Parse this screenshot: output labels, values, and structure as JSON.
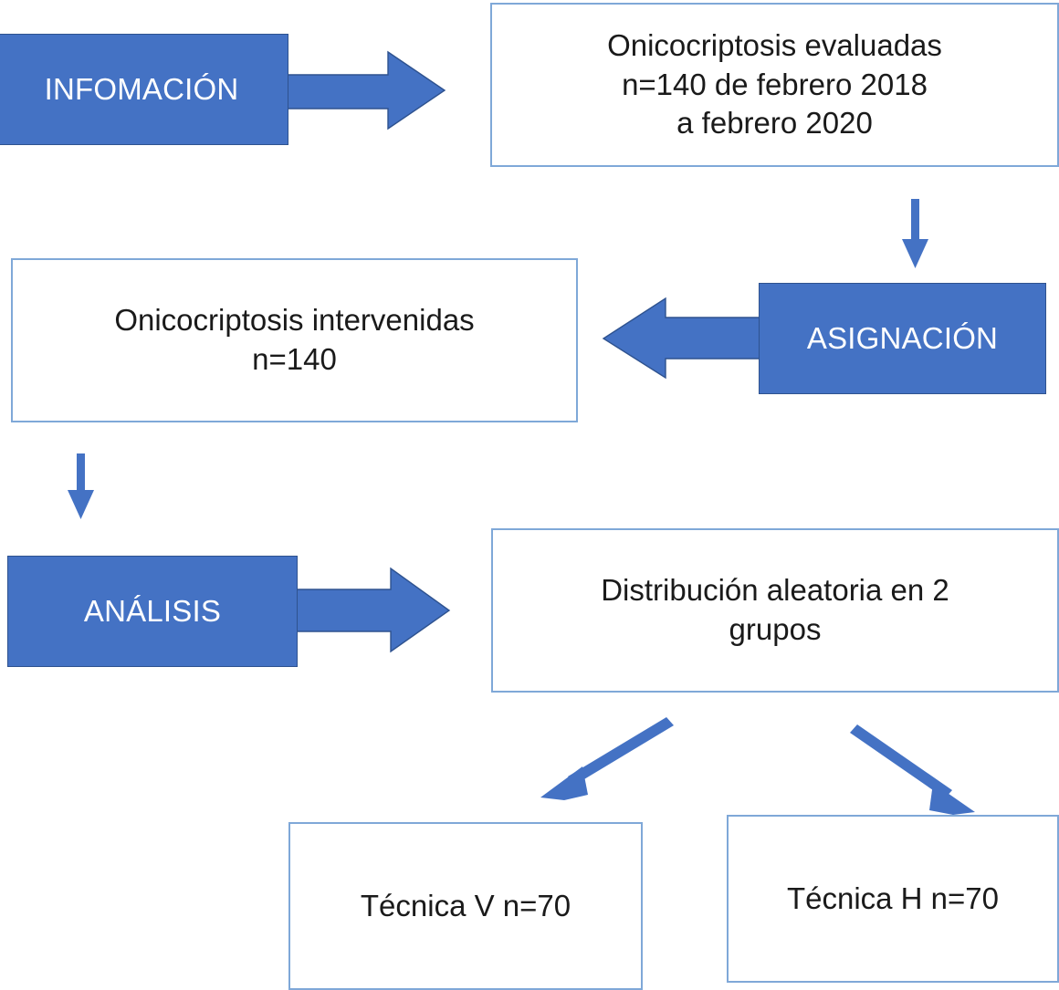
{
  "diagram": {
    "title_text": "",
    "colors": {
      "phase_fill": "#4472C4",
      "phase_border": "#2E528F",
      "box_border": "#7FA8D8",
      "box_fill": "#FFFFFF",
      "arrow_fill": "#4472C4",
      "text_dark": "#1A1A1A",
      "text_light": "#FFFFFF",
      "background": "#FFFFFF"
    },
    "phases": [
      {
        "id": "informacion",
        "label": "INFOMACIÓN"
      },
      {
        "id": "asignacion",
        "label": "ASIGNACIÓN"
      },
      {
        "id": "analisis",
        "label": "ANÁLISIS"
      }
    ],
    "nodes": [
      {
        "id": "evaluadas",
        "text": "Onicocriptosis evaluadas\nn=140  de febrero 2018\na febrero 2020"
      },
      {
        "id": "intervenidas",
        "text": "Onicocriptosis intervenidas\nn=140"
      },
      {
        "id": "distribucion",
        "text": "Distribución aleatoria en 2\ngrupos"
      },
      {
        "id": "tecnica_v",
        "text": "Técnica V n=70"
      },
      {
        "id": "tecnica_h",
        "text": "Técnica H n=70"
      }
    ],
    "connectors": [
      {
        "id": "informacion-to-evaluadas",
        "kind": "block-arrow-right"
      },
      {
        "id": "evaluadas-to-asignacion",
        "kind": "thin-arrow-down"
      },
      {
        "id": "asignacion-to-intervenidas",
        "kind": "block-arrow-left"
      },
      {
        "id": "intervenidas-to-analisis",
        "kind": "thin-arrow-down"
      },
      {
        "id": "analisis-to-distribucion",
        "kind": "block-arrow-right"
      },
      {
        "id": "distribucion-to-tecnica-v",
        "kind": "thin-arrow-diagonal-left"
      },
      {
        "id": "distribucion-to-tecnica-h",
        "kind": "thin-arrow-diagonal-right"
      }
    ]
  }
}
